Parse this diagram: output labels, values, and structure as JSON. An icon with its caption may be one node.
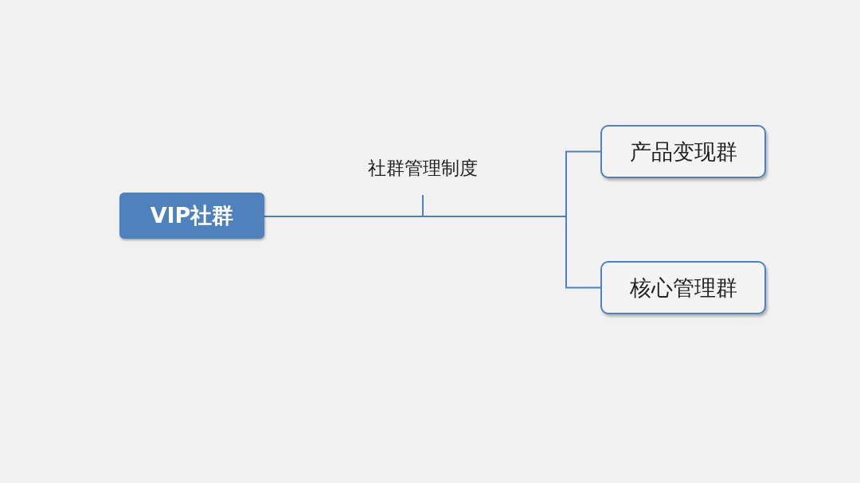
{
  "diagram": {
    "nodes": [
      {
        "text": [
          "VIP社群"
        ]
      },
      {
        "text": [
          "社群管理制度"
        ]
      },
      {
        "text": [
          "产品变现群"
        ]
      },
      {
        "text": [
          "核心管理群"
        ]
      }
    ],
    "edges": [
      {
        "from": 0,
        "to": 2,
        "arrow": "none"
      },
      {
        "from": 0,
        "to": 3,
        "arrow": "none"
      },
      {
        "from": 1,
        "to": null,
        "arrow": "none"
      }
    ]
  }
}
